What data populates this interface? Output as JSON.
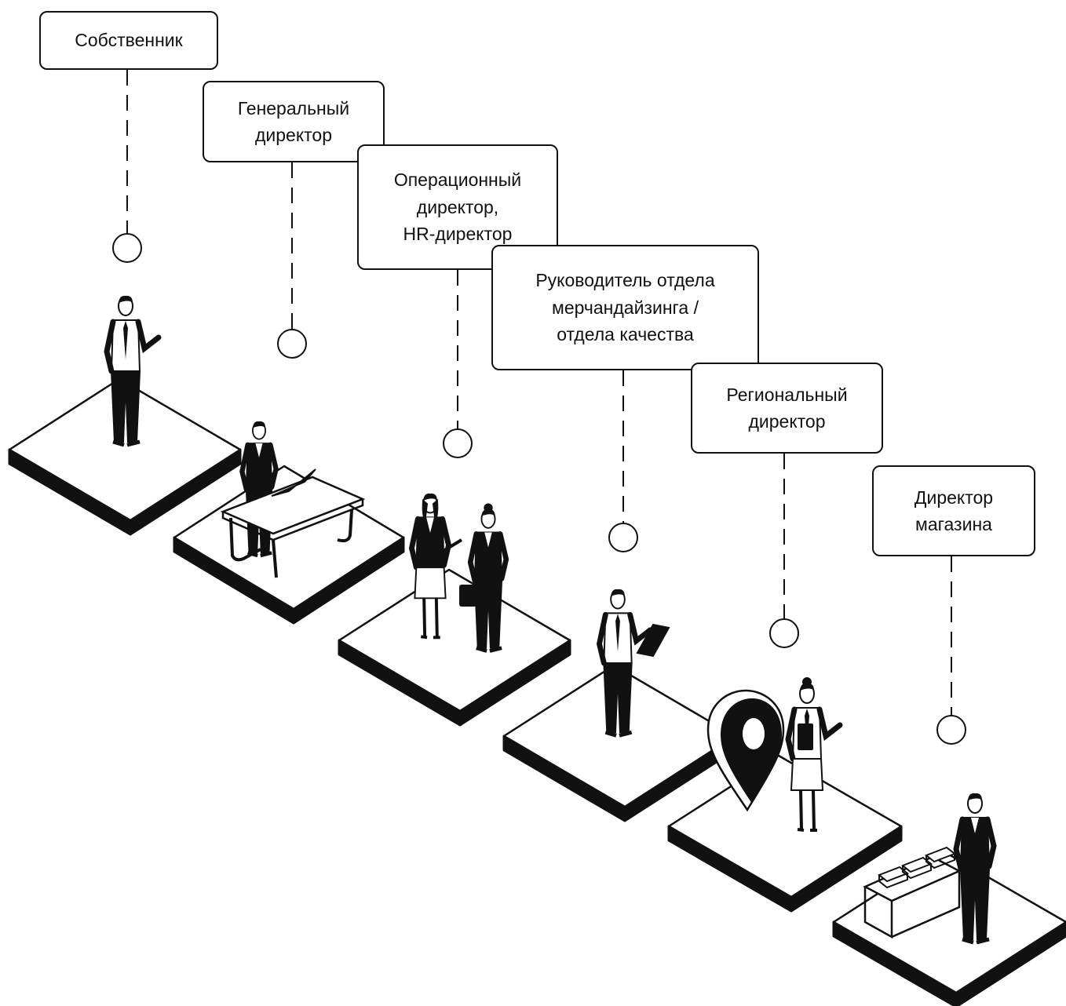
{
  "colors": {
    "ink": "#111111",
    "background": "#ffffff"
  },
  "levels": [
    {
      "id": "owner",
      "icon": "standing-man-gesturing-icon",
      "lines": [
        "Собственник"
      ]
    },
    {
      "id": "general-director",
      "icon": "man-at-desk-with-laptop-icon",
      "lines": [
        "Генеральный",
        "директор"
      ]
    },
    {
      "id": "operations-hr",
      "icon": "two-women-meeting-icon",
      "lines": [
        "Операционный",
        "директор,",
        "HR-директор"
      ]
    },
    {
      "id": "merch-quality",
      "icon": "man-on-phone-with-tablet-icon",
      "lines": [
        "Руководитель отдела",
        "мерчандайзинга /",
        "отдела качества"
      ]
    },
    {
      "id": "regional",
      "icon": "woman-with-location-pin-icon",
      "lines": [
        "Региональный",
        "директор"
      ]
    },
    {
      "id": "store-director",
      "icon": "man-at-store-counter-icon",
      "lines": [
        "Директор",
        "магазина"
      ]
    }
  ]
}
